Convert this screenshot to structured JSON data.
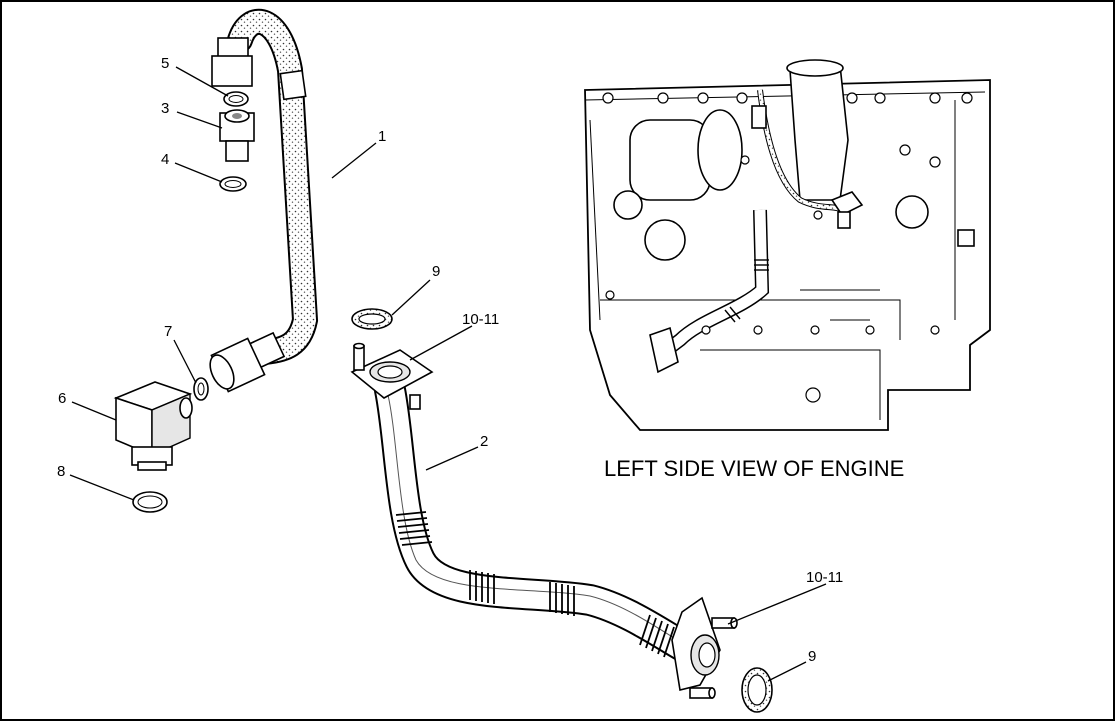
{
  "diagram": {
    "caption": "LEFT SIDE VIEW OF ENGINE",
    "callouts": [
      {
        "id": "c1",
        "label": "1"
      },
      {
        "id": "c2",
        "label": "2"
      },
      {
        "id": "c3",
        "label": "3"
      },
      {
        "id": "c4",
        "label": "4"
      },
      {
        "id": "c5",
        "label": "5"
      },
      {
        "id": "c6",
        "label": "6"
      },
      {
        "id": "c7",
        "label": "7"
      },
      {
        "id": "c8",
        "label": "8"
      },
      {
        "id": "c9a",
        "label": "9"
      },
      {
        "id": "c9b",
        "label": "9"
      },
      {
        "id": "c1011a",
        "label": "10-11"
      },
      {
        "id": "c1011b",
        "label": "10-11"
      }
    ]
  }
}
